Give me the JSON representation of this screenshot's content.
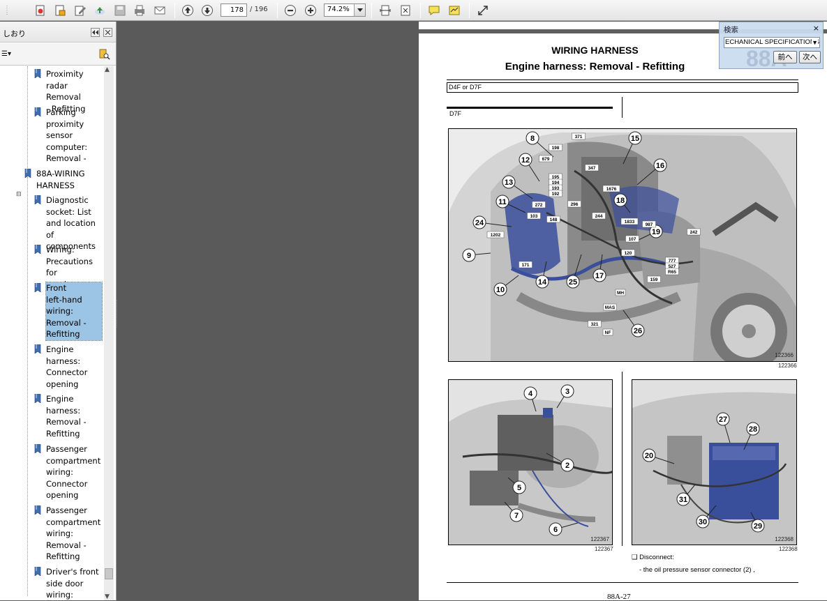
{
  "toolbar": {
    "page_input": "178",
    "page_total": "/ 196",
    "zoom": "74.2%"
  },
  "bookmarks": {
    "title": "しおり",
    "options_label": "☰▾",
    "items": [
      {
        "lines": [
          "Proximity",
          "radar Removal",
          "- Refitting"
        ]
      },
      {
        "lines": [
          "Parking",
          "proximity",
          "sensor",
          "computer:",
          "Removal -"
        ]
      },
      {
        "lines": [
          "88A-WIRING",
          "HARNESS"
        ]
      },
      {
        "lines": [
          "Diagnostic",
          "socket: List",
          "and location of",
          "components"
        ]
      },
      {
        "lines": [
          "Wiring:",
          "Precautions for",
          "repair"
        ]
      },
      {
        "lines": [
          "Front",
          "left-hand",
          "wiring:",
          "Removal -",
          "Refitting"
        ]
      },
      {
        "lines": [
          "Engine",
          "harness:",
          "Connector",
          "opening"
        ]
      },
      {
        "lines": [
          "Engine",
          "harness:",
          "Removal -",
          "Refitting"
        ]
      },
      {
        "lines": [
          "Passenger",
          "compartment",
          "wiring:",
          "Connector",
          "opening"
        ]
      },
      {
        "lines": [
          "Passenger",
          "compartment",
          "wiring:",
          "Removal -",
          "Refitting"
        ]
      },
      {
        "lines": [
          "Driver's front",
          "side door",
          "wiring:"
        ]
      }
    ]
  },
  "document": {
    "title": "WIRING HARNESS",
    "subtitle": "Engine harness: Removal - Refitting",
    "engine_label": "D4F or D7F",
    "d7f_label": "D7F",
    "fig1_number": "122366",
    "fig2_number": "122367",
    "fig3_number": "122368",
    "note_1": "❑ Disconnect:",
    "note_2": "- the oil pressure sensor connector (2) ,",
    "footer": "88A-27",
    "fig1_callouts": [
      "8",
      "15",
      "12",
      "16",
      "13",
      "11",
      "18",
      "24",
      "19",
      "9",
      "25",
      "17",
      "14",
      "10",
      "26"
    ],
    "fig1_tags": [
      "371",
      "198",
      "679",
      "347",
      "195",
      "194",
      "193",
      "192",
      "296",
      "272",
      "1676",
      "103",
      "148",
      "244",
      "1833",
      "987",
      "107",
      "242",
      "1202",
      "120",
      "777",
      "527",
      "R65",
      "171",
      "159",
      "MH",
      "MAS",
      "321",
      "NF"
    ],
    "fig2_callouts": [
      "4",
      "3",
      "2",
      "5",
      "7",
      "6"
    ],
    "fig3_callouts": [
      "27",
      "28",
      "20",
      "31",
      "30",
      "29"
    ]
  },
  "search": {
    "title": "検索",
    "close": "×",
    "query": "ECHANICAL SPECIFICATIONS",
    "prev": "前へ",
    "next": "次へ",
    "watermark": "88A"
  },
  "colors": {
    "harness_blue": "#3a4f9c",
    "selection": "#9cc4e4"
  }
}
